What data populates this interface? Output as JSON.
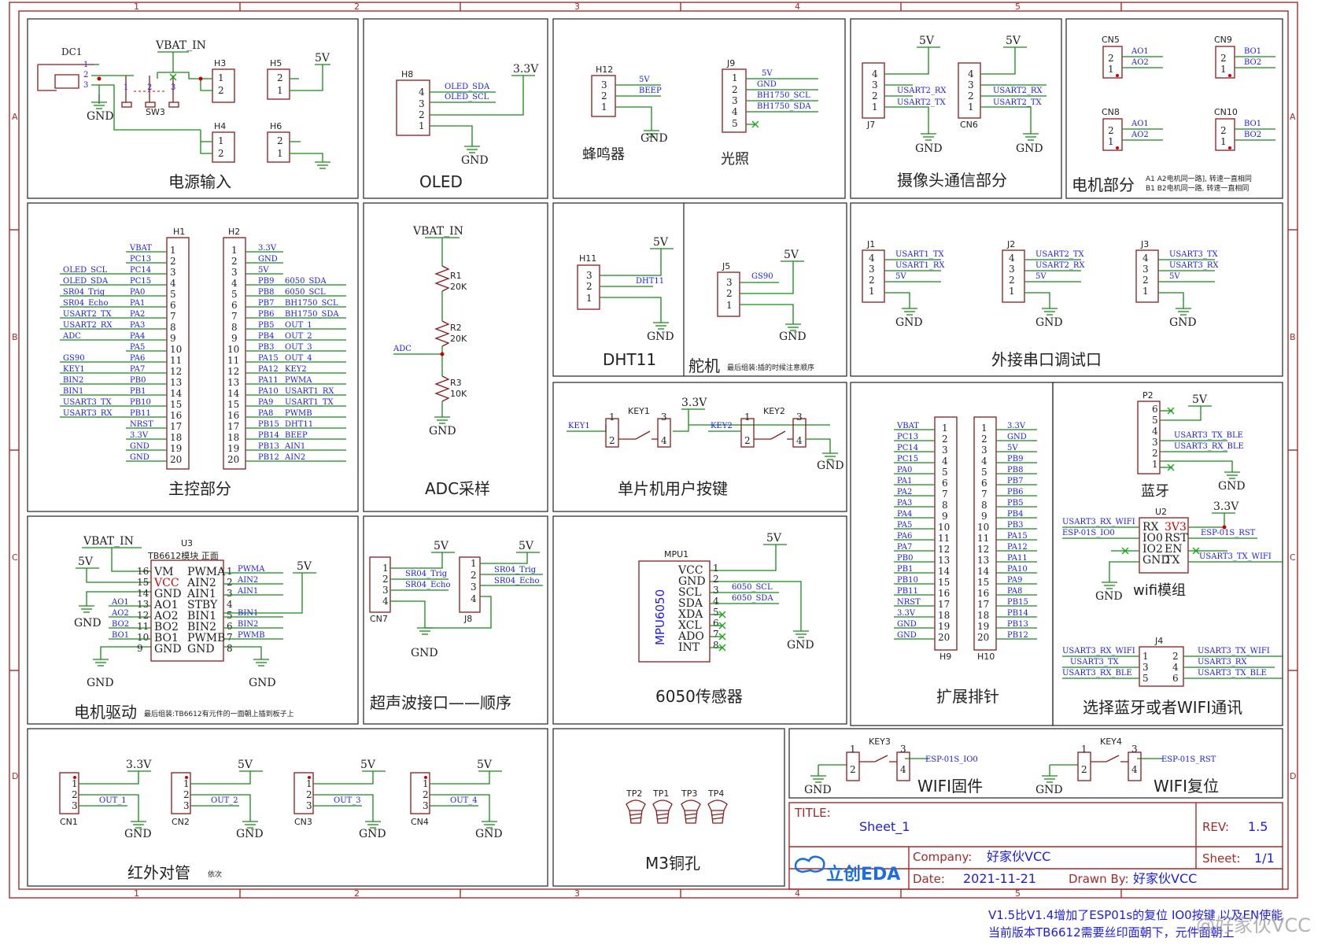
{
  "grid": {
    "cols": [
      "1",
      "2",
      "3",
      "4",
      "5"
    ],
    "rows": [
      "A",
      "B",
      "C",
      "D"
    ]
  },
  "pwr": {
    "vbat": "VBAT_IN",
    "v5": "5V",
    "v33": "3.3V",
    "gnd": "GND"
  },
  "power": {
    "title": "电源输入",
    "dc1": "DC1",
    "sw3": "SW3",
    "h3": "H3",
    "h4": "H4",
    "h5": "H5",
    "h6": "H6",
    "dc_pins": [
      "1",
      "2",
      "3"
    ],
    "sw_pins": [
      "1",
      "2",
      "3"
    ]
  },
  "oled": {
    "title": "OLED",
    "ref": "H8",
    "nets": [
      "OLED_SDA",
      "OLED_SCL"
    ],
    "pins": [
      "4",
      "3",
      "2",
      "1"
    ]
  },
  "buzzer": {
    "title": "蜂鸣器",
    "ref": "H12",
    "nets": [
      "5V",
      "BEEP"
    ],
    "pins": [
      "3",
      "2",
      "1"
    ]
  },
  "light": {
    "title": "光照",
    "ref": "J9",
    "nets": [
      "5V",
      "GND",
      "BH1750_SCL",
      "BH1750_SDA"
    ],
    "pins": [
      "1",
      "2",
      "3",
      "4",
      "5"
    ]
  },
  "camera": {
    "title": "摄像头通信部分",
    "j7": "J7",
    "cn6": "CN6",
    "j7_nets": [
      "USART2_RX",
      "USART2_TX"
    ],
    "cn6_nets": [
      "USART2_RX",
      "USART2_TX"
    ],
    "pins": [
      "4",
      "3",
      "2",
      "1"
    ]
  },
  "motor_part": {
    "title": "电机部分",
    "note1": "A1 A2电机同一路], 转速一直相同",
    "note2": "B1 B2电机同一路, 转速一直相同",
    "conns": [
      {
        "ref": "CN5",
        "nets": [
          "AO1",
          "AO2"
        ]
      },
      {
        "ref": "CN9",
        "nets": [
          "BO1",
          "BO2"
        ]
      },
      {
        "ref": "CN8",
        "nets": [
          "AO1",
          "AO2"
        ]
      },
      {
        "ref": "CN10",
        "nets": [
          "BO1",
          "BO2"
        ]
      }
    ]
  },
  "main": {
    "title": "主控部分",
    "h1": "H1",
    "h2": "H2",
    "h1_left": [
      "",
      "",
      "OLED_SCL",
      "OLED_SDA",
      "SR04_Trig",
      "SR04_Echo",
      "USART2_TX",
      "USART2_RX",
      "ADC",
      "",
      "GS90",
      "KEY1",
      "BIN2",
      "BIN1",
      "USART3_TX",
      "USART3_RX",
      "",
      "",
      "",
      ""
    ],
    "h1_pins": [
      "VBAT",
      "PC13",
      "PC14",
      "PC15",
      "PA0",
      "PA1",
      "PA2",
      "PA3",
      "PA4",
      "PA5",
      "PA6",
      "PA7",
      "PB0",
      "PB1",
      "PB10",
      "PB11",
      "NRST",
      "3.3V",
      "GND",
      "GND"
    ],
    "h2_pins": [
      "3.3V",
      "GND",
      "5V",
      "PB9",
      "PB8",
      "PB7",
      "PB6",
      "PB5",
      "PB4",
      "PB3",
      "PA15",
      "PA12",
      "PA11",
      "PA10",
      "PA9",
      "PA8",
      "PB15",
      "PB14",
      "PB13",
      "PB12"
    ],
    "h2_right": [
      "",
      "",
      "",
      "6050_SDA",
      "6050_SCL",
      "BH1750_SCL",
      "BH1750_SDA",
      "OUT_1",
      "OUT_2",
      "OUT_3",
      "OUT_4",
      "KEY2",
      "PWMA",
      "USART1_RX",
      "USART1_TX",
      "PWMB",
      "DHT11",
      "BEEP",
      "AIN1",
      "AIN2"
    ]
  },
  "adc": {
    "title": "ADC采样",
    "r1": "R1",
    "r1v": "20K",
    "r2": "R2",
    "r2v": "20K",
    "r3": "R3",
    "r3v": "10K",
    "net": "ADC"
  },
  "dht": {
    "title": "DHT11",
    "ref": "H11",
    "net": "DHT11",
    "pins": [
      "3",
      "2",
      "1"
    ]
  },
  "servo": {
    "title": "舵机",
    "note": "最后组装:插的时候注意顺序",
    "ref": "J5",
    "net": "GS90",
    "pins": [
      "3",
      "2",
      "1"
    ]
  },
  "serial": {
    "title": "外接串口调试口",
    "conns": [
      {
        "ref": "J1",
        "nets": [
          "USART1_TX",
          "USART1_RX",
          "5V"
        ]
      },
      {
        "ref": "J2",
        "nets": [
          "USART2_TX",
          "USART2_RX",
          "5V"
        ]
      },
      {
        "ref": "J3",
        "nets": [
          "USART3_TX",
          "USART3_RX",
          "5V"
        ]
      }
    ],
    "pins": [
      "4",
      "3",
      "2",
      "1"
    ]
  },
  "keys": {
    "title": "单片机用户按键",
    "key1": "KEY1",
    "key2": "KEY2"
  },
  "motor": {
    "title": "电机驱动",
    "note": "最后组装:TB6612有元件的一面朝上插到板子上",
    "u3": "U3",
    "module": "TB6612模块  正面",
    "left_pins": [
      "VM",
      "VCC",
      "GND",
      "AO1",
      "AO2",
      "BO2",
      "BO1",
      "GND"
    ],
    "left_nums": [
      "16",
      "15",
      "14",
      "13",
      "12",
      "11",
      "10",
      "9"
    ],
    "left_nets": [
      "",
      "",
      "",
      "AO1",
      "AO2",
      "BO2",
      "BO1",
      ""
    ],
    "right_pins": [
      "PWMA",
      "AIN2",
      "AIN1",
      "STBY",
      "BIN1",
      "BIN2",
      "PWMB",
      "GND"
    ],
    "right_nums": [
      "1",
      "2",
      "3",
      "4",
      "5",
      "6",
      "7",
      "8"
    ],
    "right_nets": [
      "PWMA",
      "AIN2",
      "AIN1",
      "",
      "BIN1",
      "BIN2",
      "PWMB",
      ""
    ]
  },
  "ultra": {
    "title": "超声波接口——顺序",
    "cn7": "CN7",
    "j8": "J8",
    "nets": [
      "SR04_Trig",
      "SR04_Echo"
    ],
    "pins": [
      "1",
      "2",
      "3",
      "4"
    ]
  },
  "mpu": {
    "title": "6050传感器",
    "ref": "MPU1",
    "chip": "MPU6050",
    "pins": [
      "VCC",
      "GND",
      "SCL",
      "SDA",
      "XDA",
      "XCL",
      "ADO",
      "INT"
    ],
    "nums": [
      "1",
      "2",
      "3",
      "4",
      "5",
      "6",
      "7",
      "8"
    ],
    "nets": [
      "6050_SCL",
      "6050_SDA"
    ]
  },
  "expand": {
    "title": "扩展排针",
    "h9": "H9",
    "h10": "H10",
    "h9_nets": [
      "VBAT",
      "PC13",
      "PC14",
      "PC15",
      "PA0",
      "PA1",
      "PA2",
      "PA3",
      "PA4",
      "PA5",
      "PA6",
      "PA7",
      "PB0",
      "PB1",
      "PB10",
      "PB11",
      "NRST",
      "3.3V",
      "GND",
      "GND"
    ],
    "h10_nets": [
      "3.3V",
      "GND",
      "5V",
      "PB9",
      "PB8",
      "PB7",
      "PB6",
      "PB5",
      "PB4",
      "PB3",
      "PA15",
      "PA12",
      "PA11",
      "PA10",
      "PA9",
      "PA8",
      "PB15",
      "PB14",
      "PB13",
      "PB12"
    ]
  },
  "wifi": {
    "title": "选择蓝牙或者WIFI通讯",
    "bt_title": "蓝牙",
    "wifi_title": "wifi模组",
    "p2": "P2",
    "u2": "U2",
    "j4": "J4",
    "p2_nets": [
      "USART3_TX_BLE",
      "USART3_RX_BLE"
    ],
    "u2_left": [
      "RX",
      "IO0",
      "IO2",
      "GND"
    ],
    "u2_right": [
      "3V3",
      "RST",
      "EN",
      "TX"
    ],
    "u2_lnets": [
      "USART3_RX_WIFI",
      "ESP-01S_IO0"
    ],
    "u2_rnets": [
      "ESP-01S_RST",
      "USART3_TX_WIFI"
    ],
    "j4_left": [
      "USART3_RX_WIFI",
      "USART3_TX",
      "USART3_RX_BLE"
    ],
    "j4_right": [
      "USART3_TX_WIFI",
      "USART3_RX",
      "USART3_TX_BLE"
    ]
  },
  "ir": {
    "title": "红外对管",
    "note": "依次",
    "conns": [
      {
        "ref": "CN1",
        "net": "OUT_1",
        "pwr": "3.3V"
      },
      {
        "ref": "CN2",
        "net": "OUT_2",
        "pwr": "5V"
      },
      {
        "ref": "CN3",
        "net": "OUT_3",
        "pwr": "5V"
      },
      {
        "ref": "CN4",
        "net": "OUT_4",
        "pwr": "5V"
      }
    ]
  },
  "m3": {
    "title": "M3铜孔",
    "tps": [
      "TP2",
      "TP1",
      "TP3",
      "TP4"
    ]
  },
  "wkeys": {
    "key3": "KEY3",
    "key4": "KEY4",
    "net3": "ESP-01S_IO0",
    "net4": "ESP-01S_RST",
    "title1": "WIFI固件",
    "title2": "WIFI复位"
  },
  "titleblock": {
    "title_label": "TITLE:",
    "title": "Sheet_1",
    "rev_label": "REV:",
    "rev": "1.5",
    "company_label": "Company:",
    "company": "好家伙VCC",
    "sheet_label": "Sheet:",
    "sheet": "1/1",
    "date_label": "Date:",
    "date": "2021-11-21",
    "drawn_label": "Drawn By:",
    "drawn": "好家伙VCC",
    "logo": "立创EDA"
  },
  "footer": {
    "line1": "V1.5比V1.4增加了ESP01s的复位 IO0按键 以及EN使能",
    "line2": "当前版本TB6612需要丝印面朝下，元件面朝上",
    "watermark": "@好家伙VCC"
  }
}
